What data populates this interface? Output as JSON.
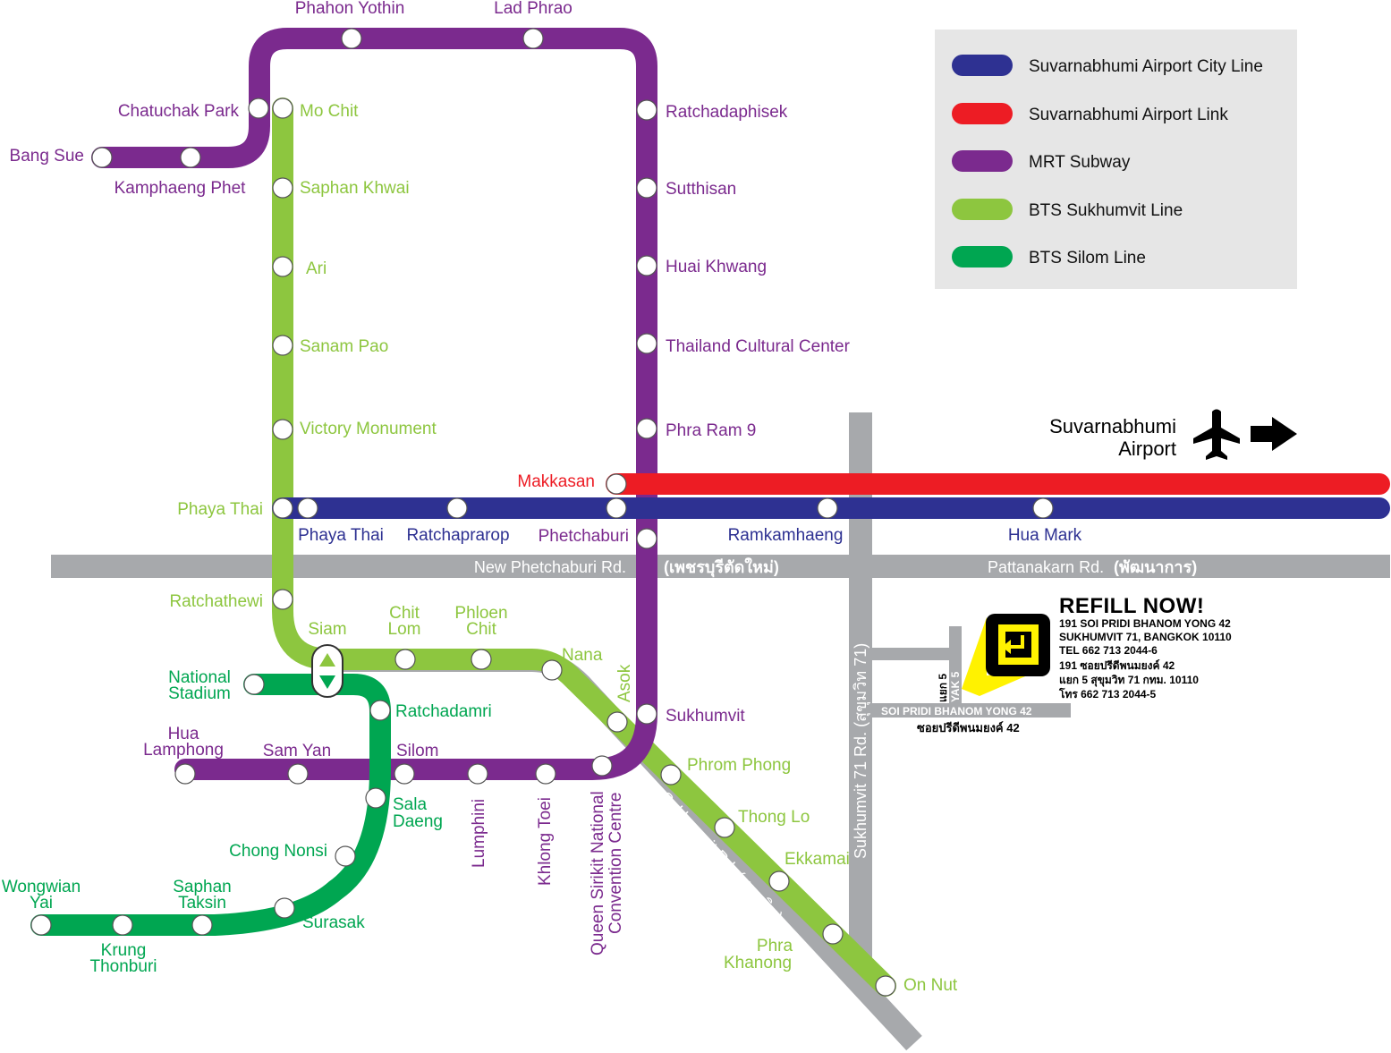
{
  "colors": {
    "city_line": "#2e3192",
    "airport_link": "#ed1c24",
    "mrt": "#7b2a8e",
    "bts_sukhumvit": "#8dc63f",
    "bts_silom": "#00a651",
    "road": "#a7a9ac",
    "legend_bg": "#e6e6e6",
    "refill_yellow": "#fff200"
  },
  "legend": {
    "items": [
      {
        "label": "Suvarnabhumi Airport City Line",
        "color": "#2e3192"
      },
      {
        "label": "Suvarnabhumi Airport Link",
        "color": "#ed1c24"
      },
      {
        "label": "MRT Subway",
        "color": "#7b2a8e"
      },
      {
        "label": "BTS Sukhumvit Line",
        "color": "#8dc63f"
      },
      {
        "label": "BTS Silom Line",
        "color": "#00a651"
      }
    ]
  },
  "airport": {
    "line1": "Suvarnabhumi",
    "line2": "Airport",
    "icon": "airplane-icon",
    "arrow_icon": "arrow-right-icon"
  },
  "roads": {
    "new_phetchaburi": "New Phetchaburi Rd.",
    "new_phetchaburi_thai": "(เพชรบุรีตัดใหม่)",
    "pattanakarn": "Pattanakarn Rd.",
    "pattanakarn_thai": "(พัฒนาการ)",
    "sukhumvit71": "Sukhumvit 71  Rd. (สุขุมวิท 71)",
    "sukhumvit": "Sukhumvit Rd. (สุขุมวิท)",
    "soi_pridi": "SOI PRIDI BHANOM YONG 42",
    "soi_pridi_thai": "ซอยปรีดีพนมยงค์ 42",
    "yak5": "YAK 5",
    "yak5_thai": "แยก 5"
  },
  "refill": {
    "title": "REFILL NOW!",
    "lines": [
      "191 SOI PRIDI BHANOM YONG 42",
      "SUKHUMVIT 71,  BANGKOK 10110",
      "TEL  662 713 2044-6",
      "191  ซอยปรีดีพนมยงค์ 42",
      "แยก 5   สุขุมวิท 71 กทม. 10110",
      "โทร   662  713  2044-5"
    ],
    "logo_icon": "refill-logo-icon"
  },
  "stations": {
    "mrt": [
      "Phahon Yothin",
      "Lad Phrao",
      "Chatuchak Park",
      "Bang Sue",
      "Kamphaeng Phet",
      "Ratchadaphisek",
      "Sutthisan",
      "Huai Khwang",
      "Thailand Cultural Center",
      "Phra Ram 9",
      "Phetchaburi",
      "Sukhumvit",
      "Hua Lamphong",
      "Sam Yan",
      "Silom",
      "Lumphini",
      "Khlong Toei",
      "Queen Sirikit National Convention Centre"
    ],
    "bts_sukhumvit": [
      "Mo Chit",
      "Saphan Khwai",
      "Ari",
      "Sanam Pao",
      "Victory Monument",
      "Phaya Thai",
      "Ratchathewi",
      "Siam",
      "Chit Lom",
      "Phloen Chit",
      "Nana",
      "Asok",
      "Phrom Phong",
      "Thong Lo",
      "Ekkamai",
      "Phra Khanong",
      "On Nut"
    ],
    "bts_silom": [
      "National Stadium",
      "Ratchadamri",
      "Sala Daeng",
      "Chong Nonsi",
      "Surasak",
      "Saphan Taksin",
      "Krung Thonburi",
      "Wongwian Yai"
    ],
    "airport_link": [
      "Makkasan"
    ],
    "city_line": [
      "Phaya Thai",
      "Ratchaprarop",
      "Ramkamhaeng",
      "Hua Mark"
    ]
  }
}
